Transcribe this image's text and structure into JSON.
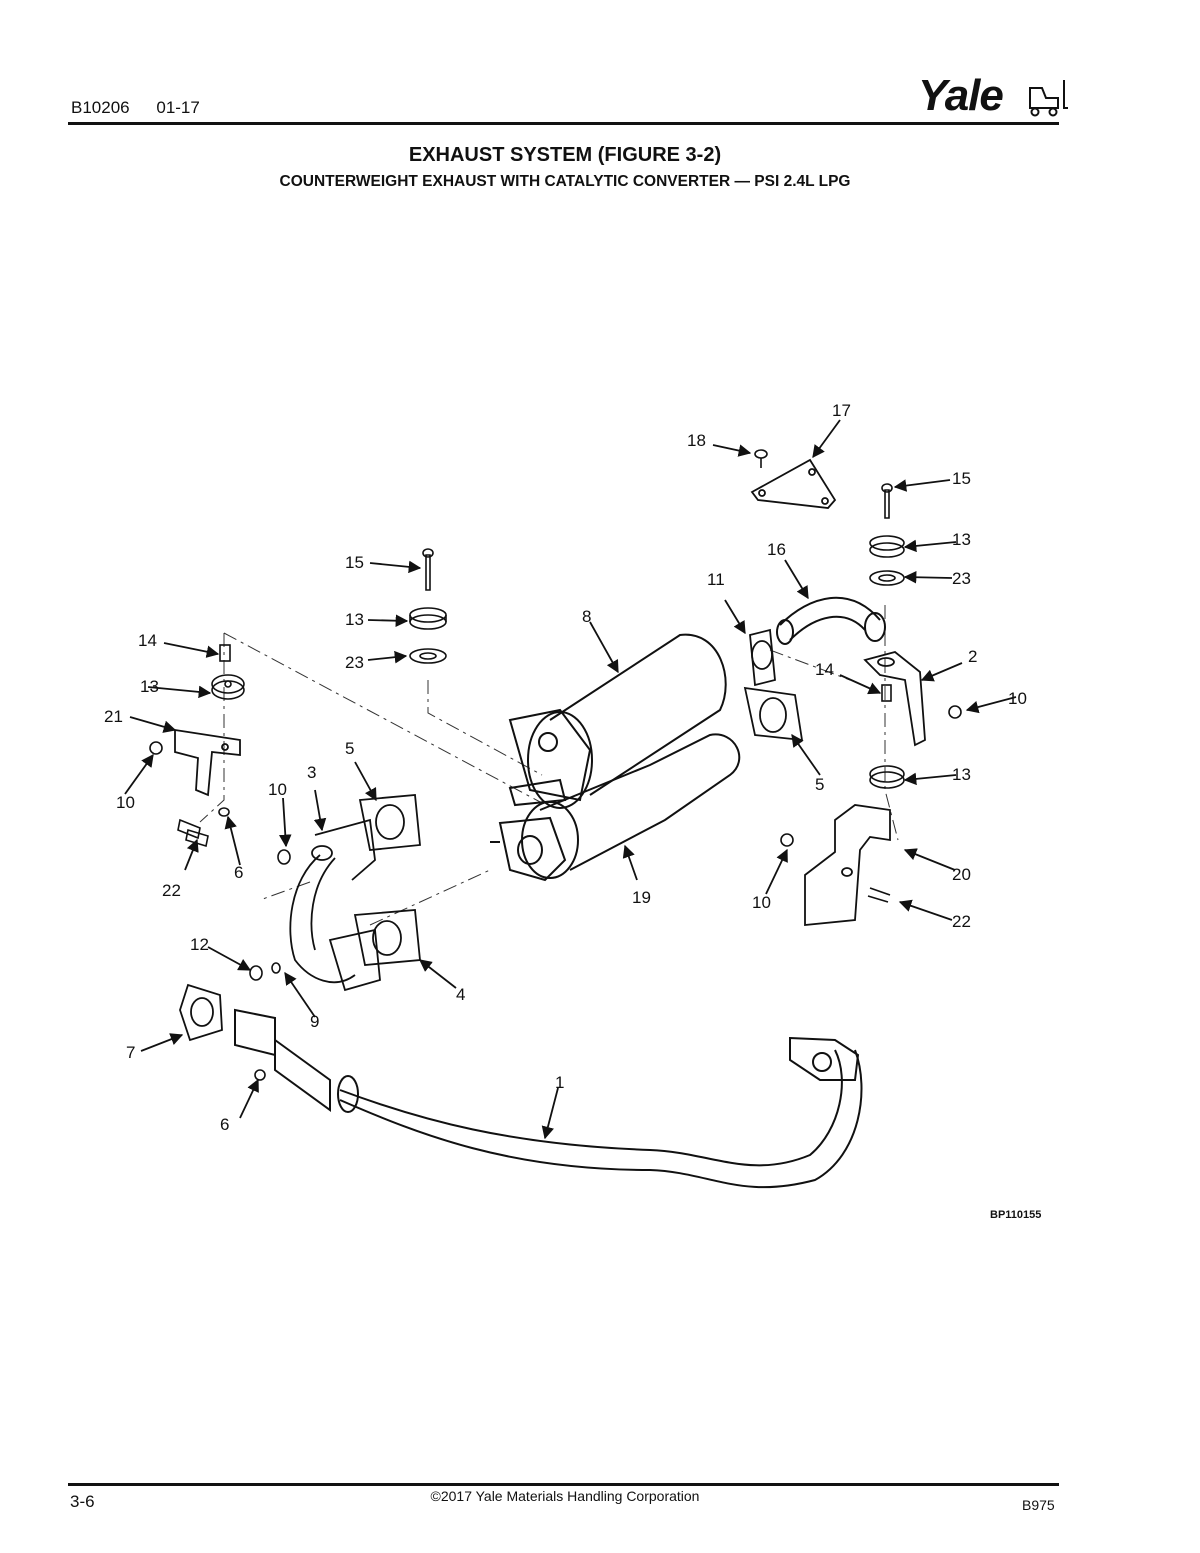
{
  "header": {
    "doc_number": "B10206",
    "doc_date": "01-17",
    "brand": "Yale"
  },
  "title": "EXHAUST SYSTEM (FIGURE 3-2)",
  "subtitle": "COUNTERWEIGHT EXHAUST WITH CATALYTIC CONVERTER — PSI 2.4L LPG",
  "figure_code": "BP110155",
  "callouts": [
    "1",
    "2",
    "3",
    "4",
    "5",
    "5",
    "6",
    "6",
    "7",
    "8",
    "9",
    "10",
    "10",
    "10",
    "10",
    "11",
    "12",
    "13",
    "13",
    "13",
    "13",
    "14",
    "14",
    "15",
    "15",
    "16",
    "17",
    "18",
    "19",
    "20",
    "21",
    "22",
    "22",
    "23",
    "23"
  ],
  "footer": {
    "page": "3-6",
    "copyright": "©2017 Yale Materials Handling Corporation",
    "manual_code": "B975"
  }
}
